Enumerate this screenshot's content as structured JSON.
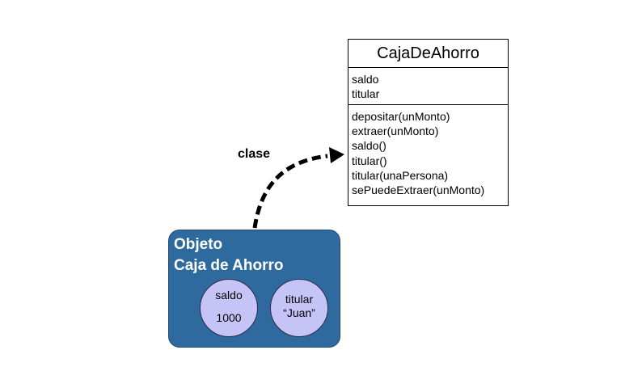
{
  "class_box": {
    "name": "CajaDeAhorro",
    "attributes": [
      "saldo",
      "titular"
    ],
    "methods": [
      "depositar(unMonto)",
      "extraer(unMonto)",
      "saldo()",
      "titular()",
      "titular(unaPersona)",
      "sePuedeExtraer(unMonto)"
    ]
  },
  "arrow": {
    "label": "clase"
  },
  "object_box": {
    "title_line1": "Objeto",
    "title_line2": "Caja de Ahorro",
    "fields": [
      {
        "name": "saldo",
        "value": "1000"
      },
      {
        "name": "titular",
        "value": "“Juan”"
      }
    ]
  },
  "colors": {
    "object_fill": "#2f6a9f",
    "field_fill": "#c6c4f6",
    "text_on_object": "#ffffff"
  }
}
